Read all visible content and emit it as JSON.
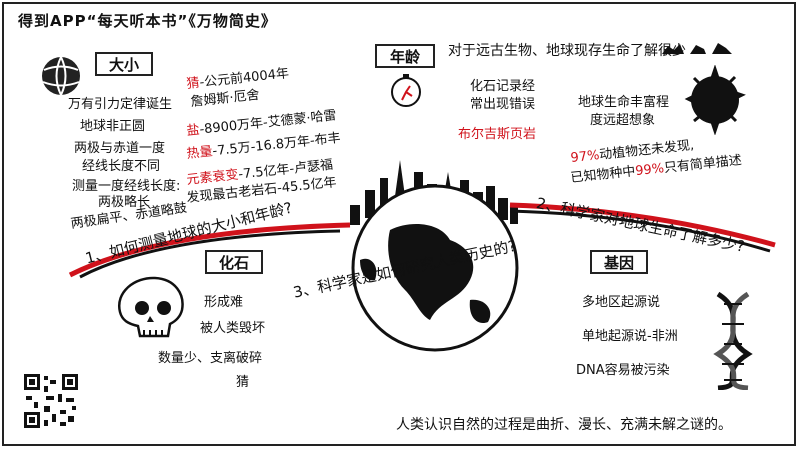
{
  "header": {
    "title": "得到APP“每天听本书”《万物简史》"
  },
  "size_section": {
    "box_label": "大小",
    "lines": [
      "万有引力定律诞生",
      "地球非正圆",
      "两极与赤道一度",
      "经线长度不同",
      "测量一度经线长度:",
      "两极略长",
      "两极扁平、赤道略鼓"
    ],
    "question": "1、如何测量地球的大小和年龄?"
  },
  "age_notes": [
    {
      "tag": "猜",
      "text": "-公元前4004年"
    },
    {
      "tag": "",
      "text": "詹姆斯·厄舍"
    },
    {
      "tag": "盐",
      "text": "-8900万年-艾德蒙·哈雷"
    },
    {
      "tag": "热量",
      "text": "-7.5万-16.8万年-布丰"
    },
    {
      "tag": "元素衰变",
      "text": "-7.5亿年-卢瑟福"
    },
    {
      "tag": "",
      "text": "发现最古老岩石-45.5亿年"
    }
  ],
  "age_section": {
    "box_label": "年龄",
    "top_text": "对于远古生物、地球现存生命了解很少",
    "fossil_note_1": "化石记录经",
    "fossil_note_2": "常出现错误",
    "burgess": "布尔吉斯页岩",
    "rich_life_1": "地球生命丰富程",
    "rich_life_2": "度远超想象",
    "stat_line_1_pct": "97%",
    "stat_line_1_text": "动植物还未发现,",
    "stat_line_2_pre": "已知物种中",
    "stat_line_2_pct": "99%",
    "stat_line_2_post": "只有简单描述",
    "question": "2、科学家对地球生命了解多少?"
  },
  "fossil_section": {
    "box_label": "化石",
    "lines": [
      "形成难",
      "被人类毁坏",
      "数量少、支离破碎",
      "猜"
    ]
  },
  "gene_section": {
    "box_label": "基因",
    "lines": [
      "多地区起源说",
      "单地起源说-非洲",
      "DNA容易被污染"
    ]
  },
  "center_question": "3、科学家是如何研究人类历史的?",
  "bottom_conclusion": "人类认识自然的过程是曲折、漫长、充满未解之谜的。",
  "colors": {
    "accent": "#d0121b",
    "ink": "#111111"
  }
}
